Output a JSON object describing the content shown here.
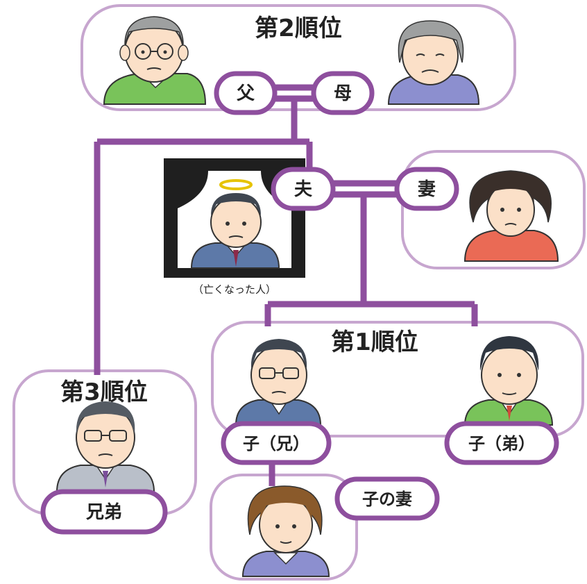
{
  "groups": {
    "rank2": {
      "title": "第2順位"
    },
    "rank1": {
      "title": "第1順位"
    },
    "rank3": {
      "title": "第3順位"
    }
  },
  "labels": {
    "father": "父",
    "mother": "母",
    "husband": "夫",
    "wife": "妻",
    "deceased_caption": "（亡くなった人）",
    "child_elder": "子（兄）",
    "child_younger": "子（弟）",
    "sibling": "兄弟",
    "child_wife": "子の妻"
  },
  "colors": {
    "line": "#8e4f9e",
    "frame": "#c7a6cf",
    "green_shirt": "#79c35a",
    "lavender_shirt": "#8c8fcf",
    "red_shirt": "#ea6a55",
    "blue_suit": "#5d79a8",
    "skin": "#fbe0c8",
    "gray_hair": "#9ea0a0",
    "dark_hair": "#3f4650",
    "brown_hair": "#8a5a2b"
  }
}
